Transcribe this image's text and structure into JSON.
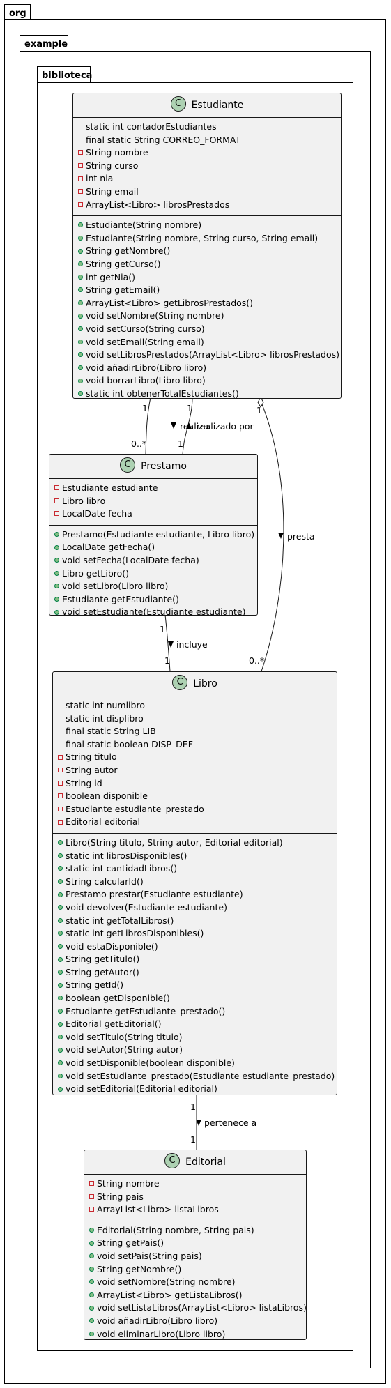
{
  "packages": [
    {
      "name": "org"
    },
    {
      "name": "example"
    },
    {
      "name": "biblioteca"
    }
  ],
  "classes": [
    {
      "name": "Estudiante",
      "stereotype": "C",
      "attributes": [
        {
          "vis": "none",
          "text": "static int contadorEstudiantes"
        },
        {
          "vis": "none",
          "text": "final static String CORREO_FORMAT"
        },
        {
          "vis": "private",
          "text": "String nombre"
        },
        {
          "vis": "private",
          "text": "String curso"
        },
        {
          "vis": "private",
          "text": "int nia"
        },
        {
          "vis": "private",
          "text": "String email"
        },
        {
          "vis": "private",
          "text": "ArrayList<Libro> librosPrestados"
        }
      ],
      "methods": [
        {
          "vis": "public",
          "text": "Estudiante(String nombre)"
        },
        {
          "vis": "public",
          "text": "Estudiante(String nombre, String curso, String email)"
        },
        {
          "vis": "public",
          "text": "String getNombre()"
        },
        {
          "vis": "public",
          "text": "String getCurso()"
        },
        {
          "vis": "public",
          "text": "int getNia()"
        },
        {
          "vis": "public",
          "text": "String getEmail()"
        },
        {
          "vis": "public",
          "text": "ArrayList<Libro> getLibrosPrestados()"
        },
        {
          "vis": "public",
          "text": "void setNombre(String nombre)"
        },
        {
          "vis": "public",
          "text": "void setCurso(String curso)"
        },
        {
          "vis": "public",
          "text": "void setEmail(String email)"
        },
        {
          "vis": "public",
          "text": "void setLibrosPrestados(ArrayList<Libro> librosPrestados)"
        },
        {
          "vis": "public",
          "text": "void añadirLibro(Libro libro)"
        },
        {
          "vis": "public",
          "text": "void borrarLibro(Libro libro)"
        },
        {
          "vis": "public",
          "text": "static int obtenerTotalEstudiantes()"
        }
      ]
    },
    {
      "name": "Prestamo",
      "stereotype": "C",
      "attributes": [
        {
          "vis": "private",
          "text": "Estudiante estudiante"
        },
        {
          "vis": "private",
          "text": "Libro libro"
        },
        {
          "vis": "private",
          "text": "LocalDate fecha"
        }
      ],
      "methods": [
        {
          "vis": "public",
          "text": "Prestamo(Estudiante estudiante, Libro libro)"
        },
        {
          "vis": "public",
          "text": "LocalDate getFecha()"
        },
        {
          "vis": "public",
          "text": "void setFecha(LocalDate fecha)"
        },
        {
          "vis": "public",
          "text": "Libro getLibro()"
        },
        {
          "vis": "public",
          "text": "void setLibro(Libro libro)"
        },
        {
          "vis": "public",
          "text": "Estudiante getEstudiante()"
        },
        {
          "vis": "public",
          "text": "void setEstudiante(Estudiante estudiante)"
        }
      ]
    },
    {
      "name": "Libro",
      "stereotype": "C",
      "attributes": [
        {
          "vis": "none",
          "text": "static int numlibro"
        },
        {
          "vis": "none",
          "text": "static int displibro"
        },
        {
          "vis": "none",
          "text": "final static String LIB"
        },
        {
          "vis": "none",
          "text": "final static boolean DISP_DEF"
        },
        {
          "vis": "private",
          "text": "String titulo"
        },
        {
          "vis": "private",
          "text": "String autor"
        },
        {
          "vis": "private",
          "text": "String id"
        },
        {
          "vis": "private",
          "text": "boolean disponible"
        },
        {
          "vis": "private",
          "text": "Estudiante estudiante_prestado"
        },
        {
          "vis": "private",
          "text": "Editorial editorial"
        }
      ],
      "methods": [
        {
          "vis": "public",
          "text": "Libro(String titulo, String autor, Editorial editorial)"
        },
        {
          "vis": "public",
          "text": "static int librosDisponibles()"
        },
        {
          "vis": "public",
          "text": "static int cantidadLibros()"
        },
        {
          "vis": "public",
          "text": "String calcularId()"
        },
        {
          "vis": "public",
          "text": "Prestamo prestar(Estudiante estudiante)"
        },
        {
          "vis": "public",
          "text": "void devolver(Estudiante estudiante)"
        },
        {
          "vis": "public",
          "text": "static int getTotalLibros()"
        },
        {
          "vis": "public",
          "text": "static int getLibrosDisponibles()"
        },
        {
          "vis": "public",
          "text": "void estaDisponible()"
        },
        {
          "vis": "public",
          "text": "String getTitulo()"
        },
        {
          "vis": "public",
          "text": "String getAutor()"
        },
        {
          "vis": "public",
          "text": "String getId()"
        },
        {
          "vis": "public",
          "text": "boolean getDisponible()"
        },
        {
          "vis": "public",
          "text": "Estudiante getEstudiante_prestado()"
        },
        {
          "vis": "public",
          "text": "Editorial getEditorial()"
        },
        {
          "vis": "public",
          "text": "void setTitulo(String titulo)"
        },
        {
          "vis": "public",
          "text": "void setAutor(String autor)"
        },
        {
          "vis": "public",
          "text": "void setDisponible(boolean disponible)"
        },
        {
          "vis": "public",
          "text": "void setEstudiante_prestado(Estudiante estudiante_prestado)"
        },
        {
          "vis": "public",
          "text": "void setEditorial(Editorial editorial)"
        }
      ]
    },
    {
      "name": "Editorial",
      "stereotype": "C",
      "attributes": [
        {
          "vis": "private",
          "text": "String nombre"
        },
        {
          "vis": "private",
          "text": "String pais"
        },
        {
          "vis": "private",
          "text": "ArrayList<Libro> listaLibros"
        }
      ],
      "methods": [
        {
          "vis": "public",
          "text": "Editorial(String nombre, String pais)"
        },
        {
          "vis": "public",
          "text": "String getPais()"
        },
        {
          "vis": "public",
          "text": "void setPais(String pais)"
        },
        {
          "vis": "public",
          "text": "String getNombre()"
        },
        {
          "vis": "public",
          "text": "void setNombre(String nombre)"
        },
        {
          "vis": "public",
          "text": "ArrayList<Libro> getListaLibros()"
        },
        {
          "vis": "public",
          "text": "void setListaLibros(ArrayList<Libro> listaLibros)"
        },
        {
          "vis": "public",
          "text": "void añadirLibro(Libro libro)"
        },
        {
          "vis": "public",
          "text": "void eliminarLibro(Libro libro)"
        }
      ]
    }
  ],
  "relations": [
    {
      "label": "realiza",
      "direction": "down",
      "from_mult": "1",
      "to_mult": "0..*"
    },
    {
      "label": "realizado por",
      "direction": "up",
      "from_mult": "1",
      "to_mult": "1"
    },
    {
      "label": "presta",
      "direction": "down",
      "from_mult": "1",
      "to_mult": "0..*"
    },
    {
      "label": "incluye",
      "direction": "down",
      "from_mult": "1",
      "to_mult": "1"
    },
    {
      "label": "pertenece a",
      "direction": "down",
      "from_mult": "1",
      "to_mult": "1"
    }
  ],
  "colors": {
    "class_fill": "#f1f1f1",
    "class_border": "#181818",
    "badge_fill": "#add1b2",
    "private_marker": "#c82930",
    "public_marker": "#038048",
    "public_fill": "#84be84"
  }
}
